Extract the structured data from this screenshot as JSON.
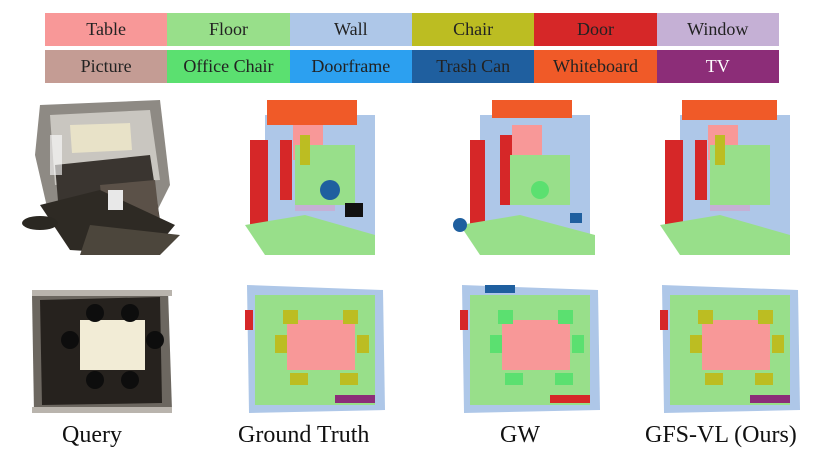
{
  "legend": {
    "rows": [
      [
        {
          "label": "Table",
          "color": "#f89898",
          "text_color": "#3a2020"
        },
        {
          "label": "Floor",
          "color": "#98df8a",
          "text_color": "#1f3a1a"
        },
        {
          "label": "Wall",
          "color": "#aec7e8",
          "text_color": "#1f2a3a"
        },
        {
          "label": "Chair",
          "color": "#bcbd22",
          "text_color": "#2d2d05"
        },
        {
          "label": "Door",
          "color": "#d62728",
          "text_color": "#2a0505"
        },
        {
          "label": "Window",
          "color": "#c5b0d5",
          "text_color": "#2e2236"
        }
      ],
      [
        {
          "label": "Picture",
          "color": "#c49c94",
          "text_color": "#2d1e1a"
        },
        {
          "label": "Office Chair",
          "color": "#5be070",
          "text_color": "#0b2a0f"
        },
        {
          "label": "Doorframe",
          "color": "#2ca0f0",
          "text_color": "#06233a"
        },
        {
          "label": "Trash Can",
          "color": "#1f5f9f",
          "text_color": "#0a1a2a"
        },
        {
          "label": "Whiteboard",
          "color": "#f05a28",
          "text_color": "#2a0d03"
        },
        {
          "label": "TV",
          "color": "#8c2d78",
          "text_color": "#ffffff"
        }
      ]
    ]
  },
  "captions": {
    "query": "Query",
    "ground_truth": "Ground Truth",
    "gw": "GW",
    "gfs_vl": "GFS-VL (Ours)"
  }
}
